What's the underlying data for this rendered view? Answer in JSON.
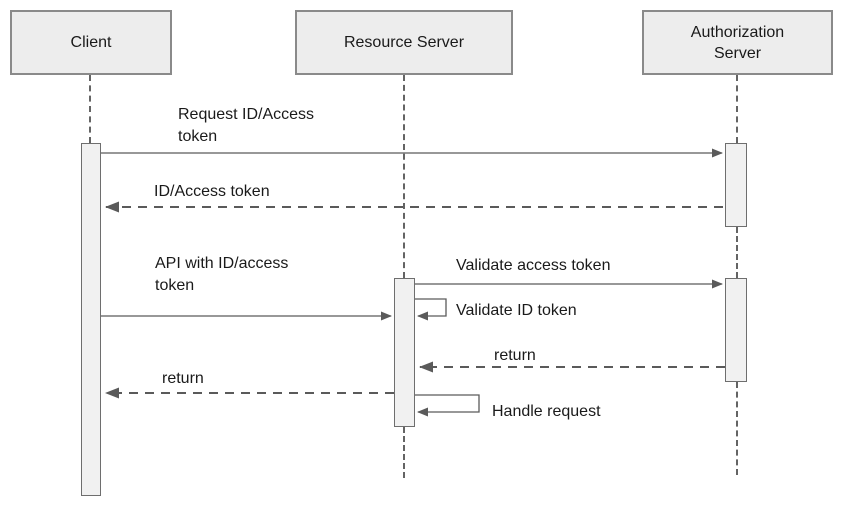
{
  "diagram": {
    "type": "sequence-diagram",
    "actors": [
      {
        "id": "client",
        "label": "Client"
      },
      {
        "id": "resource-server",
        "label": "Resource Server"
      },
      {
        "id": "authorization-server",
        "label": "Authorization Server"
      }
    ],
    "messages": [
      {
        "index": 1,
        "from": "client",
        "to": "authorization-server",
        "label": "Request ID/Access token",
        "line": "solid"
      },
      {
        "index": 2,
        "from": "authorization-server",
        "to": "client",
        "label": "ID/Access token",
        "line": "dashed"
      },
      {
        "index": 3,
        "from": "client",
        "to": "resource-server",
        "label": "API with ID/access token",
        "line": "solid"
      },
      {
        "index": 4,
        "from": "resource-server",
        "to": "authorization-server",
        "label": "Validate access token",
        "line": "solid"
      },
      {
        "index": 5,
        "from": "resource-server",
        "to": "resource-server",
        "label": "Validate ID token",
        "line": "self-loop"
      },
      {
        "index": 6,
        "from": "authorization-server",
        "to": "resource-server",
        "label": "return",
        "line": "dashed"
      },
      {
        "index": 7,
        "from": "resource-server",
        "to": "client",
        "label": "return",
        "line": "dashed"
      },
      {
        "index": 8,
        "from": "resource-server",
        "to": "resource-server",
        "label": "Handle request",
        "line": "self-loop"
      }
    ],
    "colors": {
      "background": "#ffffff",
      "actor_fill": "#ededed",
      "actor_border": "#8a8a8a",
      "activation_fill": "#f1f1f1",
      "activation_border": "#6e6e6e",
      "line": "#5a5a5a",
      "text": "#1a1a1a"
    }
  }
}
